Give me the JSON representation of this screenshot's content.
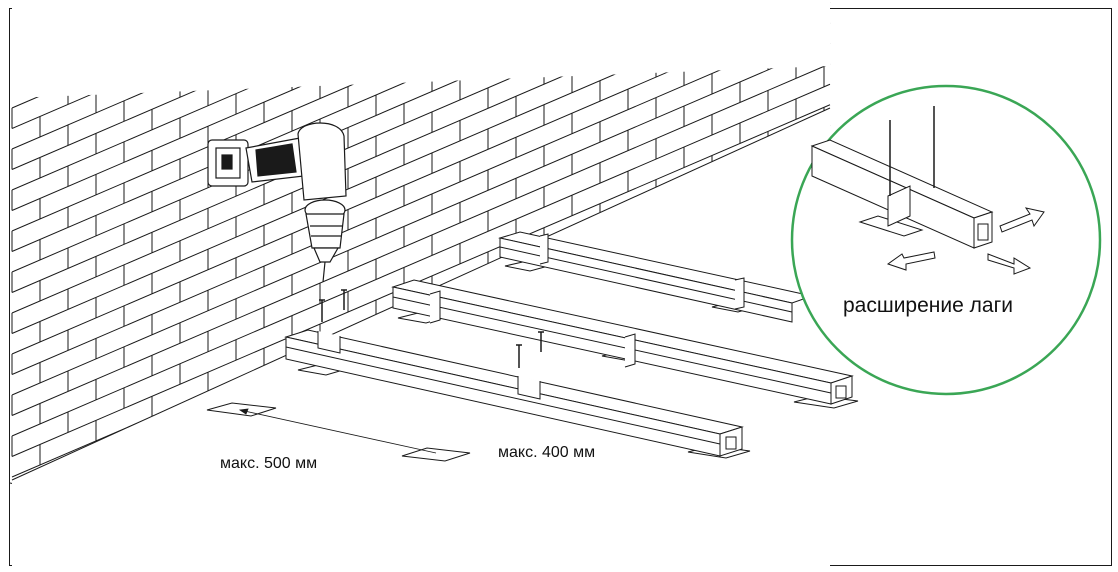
{
  "labels": {
    "max_500": "макс. 500 мм",
    "max_400": "макс. 400 мм",
    "joist_extension": "расширение лаги"
  },
  "colors": {
    "ink": "#1a1a1a",
    "accent_circle": "#3aa655",
    "background": "#ffffff"
  },
  "icons": [
    "brick-wall",
    "cordless-drill",
    "screw-icon",
    "joist-bracket",
    "support-pad",
    "arrow-icon"
  ]
}
